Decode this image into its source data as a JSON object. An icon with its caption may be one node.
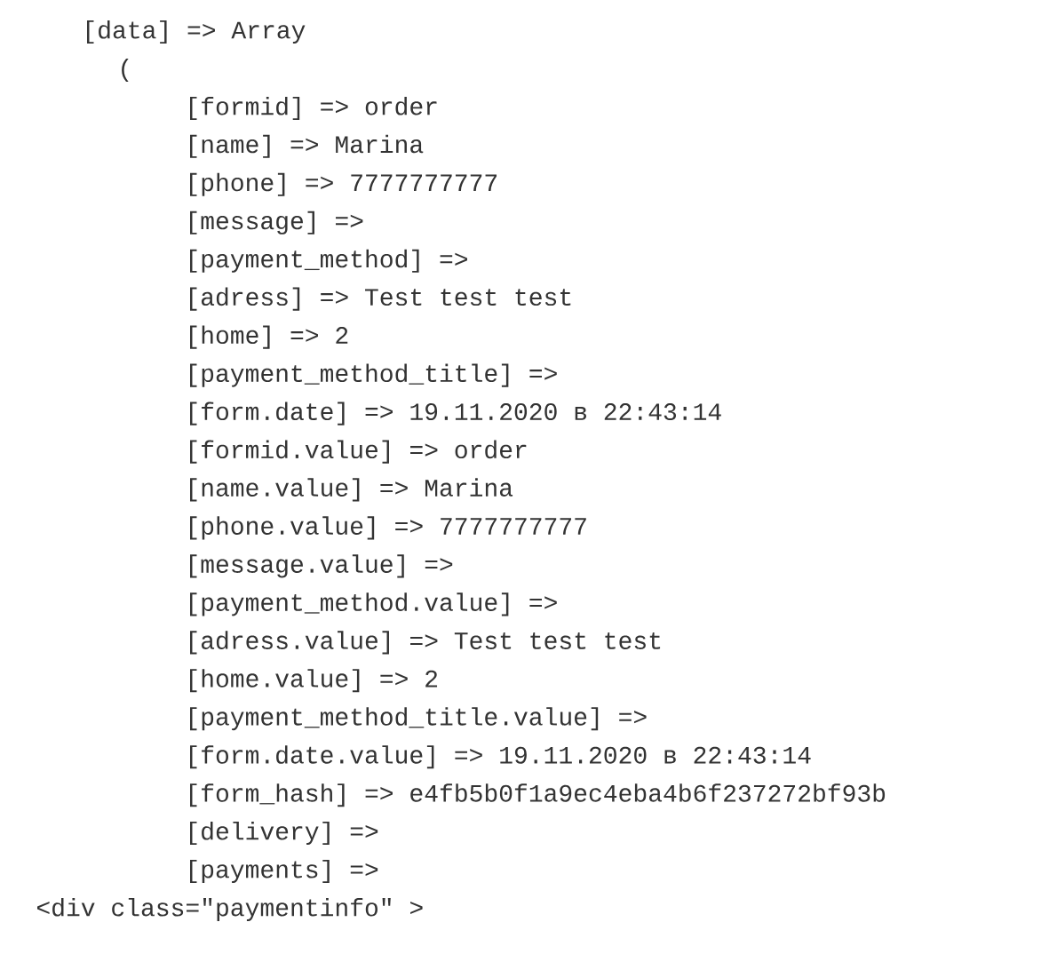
{
  "diagram": {
    "labels": [
      "[data] => Array",
      "(",
      "[formid] => order",
      "[name] => Marina",
      "[phone] => 7777777777",
      "[message] =>",
      "[payment_method] =>",
      "[adress] => Test test test",
      "[home] => 2",
      "[payment_method_title] =>",
      "[form.date] => 19.11.2020 в 22:43:14",
      "[formid.value] => order",
      "[name.value] => Marina",
      "[phone.value] => 7777777777",
      "[message.value] =>",
      "[payment_method.value] =>",
      "[adress.value] => Test test test",
      "[home.value] => 2",
      "[payment_method_title.value] =>",
      "[form.date.value] => 19.11.2020 в 22:43:14",
      "[form_hash] => e4fb5b0f1a9ec4eba4b6f237272bf93b",
      "[delivery] =>",
      "[payments] =>",
      "<div class=\"paymentinfo\" >"
    ]
  }
}
